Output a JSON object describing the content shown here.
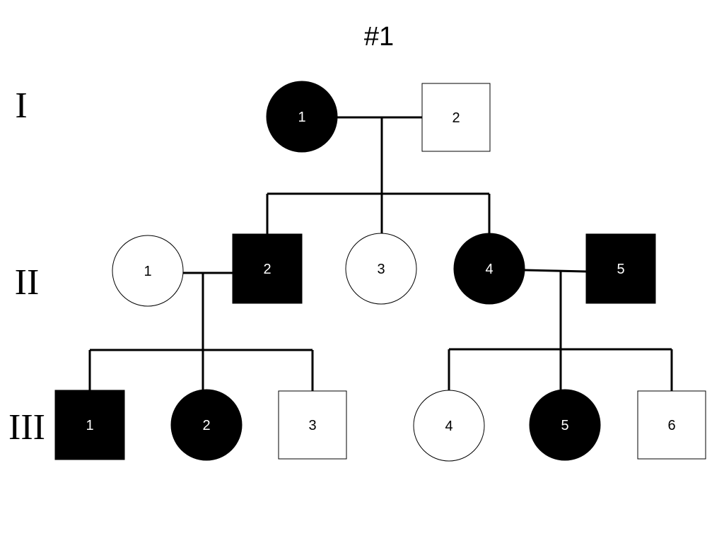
{
  "title": "#1",
  "generations": [
    {
      "label": "I",
      "individuals": [
        {
          "number": "1",
          "sex": "female",
          "affected": true
        },
        {
          "number": "2",
          "sex": "male",
          "affected": false
        }
      ]
    },
    {
      "label": "II",
      "individuals": [
        {
          "number": "1",
          "sex": "female",
          "affected": false
        },
        {
          "number": "2",
          "sex": "male",
          "affected": true
        },
        {
          "number": "3",
          "sex": "female",
          "affected": false
        },
        {
          "number": "4",
          "sex": "female",
          "affected": true
        },
        {
          "number": "5",
          "sex": "male",
          "affected": true
        }
      ]
    },
    {
      "label": "III",
      "individuals": [
        {
          "number": "1",
          "sex": "male",
          "affected": true
        },
        {
          "number": "2",
          "sex": "female",
          "affected": true
        },
        {
          "number": "3",
          "sex": "male",
          "affected": false
        },
        {
          "number": "4",
          "sex": "female",
          "affected": false
        },
        {
          "number": "5",
          "sex": "female",
          "affected": true
        },
        {
          "number": "6",
          "sex": "male",
          "affected": false
        }
      ]
    }
  ],
  "colors": {
    "affected_fill": "#000000",
    "unaffected_fill": "#ffffff",
    "line": "#000000"
  }
}
